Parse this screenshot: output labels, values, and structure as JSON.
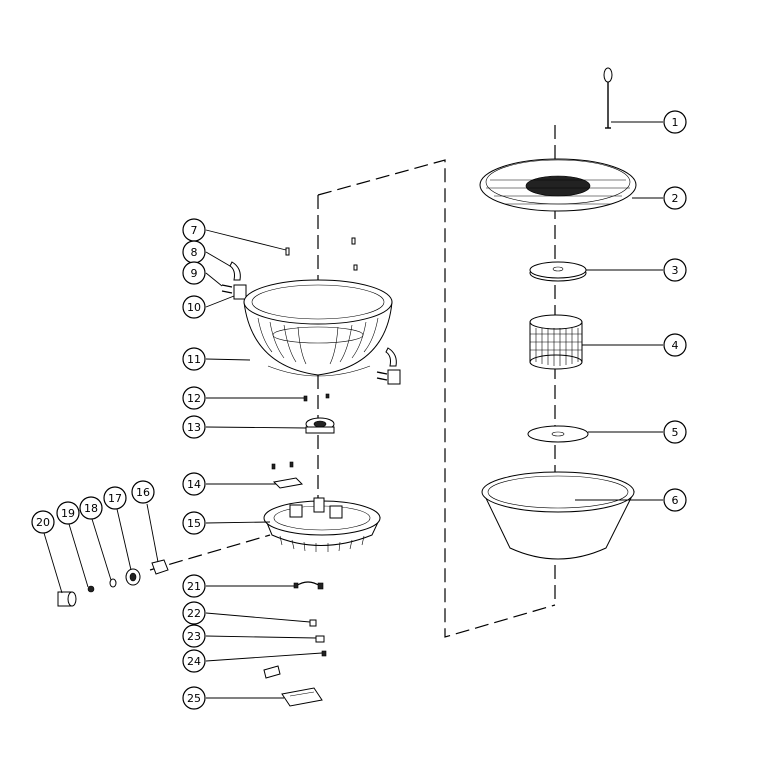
{
  "colors": {
    "ink": "#000000",
    "paper": "#ffffff"
  },
  "callouts": [
    {
      "label": "1"
    },
    {
      "label": "2"
    },
    {
      "label": "3"
    },
    {
      "label": "4"
    },
    {
      "label": "5"
    },
    {
      "label": "6"
    },
    {
      "label": "7"
    },
    {
      "label": "8"
    },
    {
      "label": "9"
    },
    {
      "label": "10"
    },
    {
      "label": "11"
    },
    {
      "label": "12"
    },
    {
      "label": "13"
    },
    {
      "label": "14"
    },
    {
      "label": "15"
    },
    {
      "label": "16"
    },
    {
      "label": "17"
    },
    {
      "label": "18"
    },
    {
      "label": "19"
    },
    {
      "label": "20"
    },
    {
      "label": "21"
    },
    {
      "label": "22"
    },
    {
      "label": "23"
    },
    {
      "label": "24"
    },
    {
      "label": "25"
    }
  ]
}
